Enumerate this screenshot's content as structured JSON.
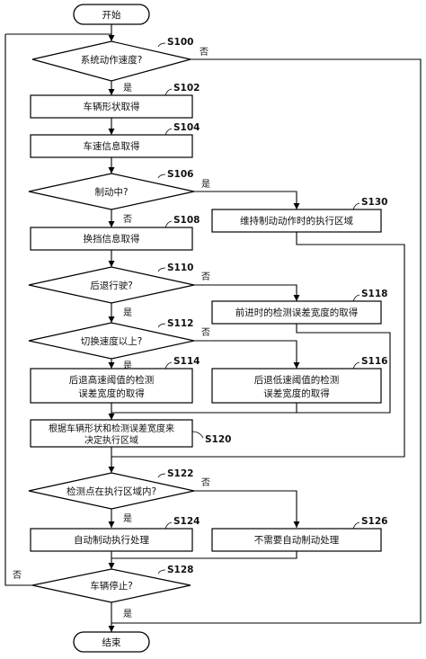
{
  "terminals": {
    "start": "开始",
    "end": "结束"
  },
  "nodes": {
    "s100": {
      "step": "S100",
      "text": "系统动作速度?"
    },
    "s102": {
      "step": "S102",
      "text": "车辆形状取得"
    },
    "s104": {
      "step": "S104",
      "text": "车速信息取得"
    },
    "s106": {
      "step": "S106",
      "text": "制动中?"
    },
    "s108": {
      "step": "S108",
      "text": "换挡信息取得"
    },
    "s110": {
      "step": "S110",
      "text": "后退行驶?"
    },
    "s112": {
      "step": "S112",
      "text": "切换速度以上?"
    },
    "s114": {
      "step": "S114",
      "line1": "后退高速阈值的检测",
      "line2": "误差宽度的取得"
    },
    "s116": {
      "step": "S116",
      "line1": "后退低速阈值的检测",
      "line2": "误差宽度的取得"
    },
    "s118": {
      "step": "S118",
      "text": "前进时的检测误差宽度的取得"
    },
    "s120": {
      "step": "S120",
      "line1": "根据车辆形状和检测误差宽度来",
      "line2": "决定执行区域"
    },
    "s122": {
      "step": "S122",
      "text": "检测点在执行区域内?"
    },
    "s124": {
      "step": "S124",
      "text": "自动制动执行处理"
    },
    "s126": {
      "step": "S126",
      "text": "不需要自动制动处理"
    },
    "s128": {
      "step": "S128",
      "text": "车辆停止?"
    },
    "s130": {
      "step": "S130",
      "text": "维持制动动作时的执行区域"
    }
  },
  "edge_labels": {
    "s100_no": "否",
    "s100_yes": "是",
    "s106_yes": "是",
    "s106_no": "否",
    "s110_no": "否",
    "s110_yes": "是",
    "s112_no": "否",
    "s112_yes": "是",
    "s122_no": "否",
    "s122_yes": "是",
    "s128_no": "否",
    "s128_yes": "是"
  }
}
